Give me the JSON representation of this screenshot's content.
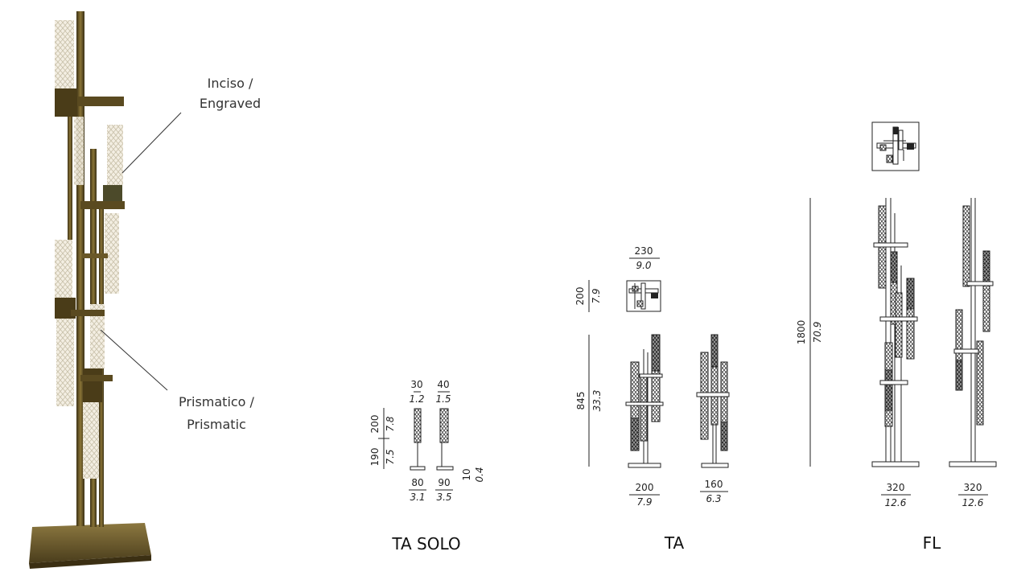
{
  "callouts": {
    "engraved": [
      "Inciso /",
      "Engraved"
    ],
    "prismatic": [
      "Prismatico /",
      "Prismatic"
    ]
  },
  "models": {
    "ta_solo": {
      "label": "TA SOLO",
      "width_a": {
        "mm": "30",
        "in": "1.2"
      },
      "width_b": {
        "mm": "40",
        "in": "1.5"
      },
      "height_a": {
        "mm": "200",
        "in": "7.8"
      },
      "height_b": {
        "mm": "190",
        "in": "7.5"
      },
      "base_a": {
        "mm": "80",
        "in": "3.1"
      },
      "base_b": {
        "mm": "90",
        "in": "3.5"
      },
      "base_thickness": {
        "mm": "10",
        "in": "0.4"
      }
    },
    "ta": {
      "label": "TA",
      "plan_width": {
        "mm": "230",
        "in": "9.0"
      },
      "plan_depth": {
        "mm": "200",
        "in": "7.9"
      },
      "height": {
        "mm": "845",
        "in": "33.3"
      },
      "base_front": {
        "mm": "200",
        "in": "7.9"
      },
      "base_side": {
        "mm": "160",
        "in": "6.3"
      }
    },
    "fl": {
      "label": "FL",
      "height": {
        "mm": "1800",
        "in": "70.9"
      },
      "base_front": {
        "mm": "320",
        "in": "12.6"
      },
      "base_side": {
        "mm": "320",
        "in": "12.6"
      }
    }
  },
  "colors": {
    "brass_dark": "#5a4a22",
    "brass_light": "#9a8440",
    "glass": "#efe9dc",
    "line": "#222222"
  }
}
